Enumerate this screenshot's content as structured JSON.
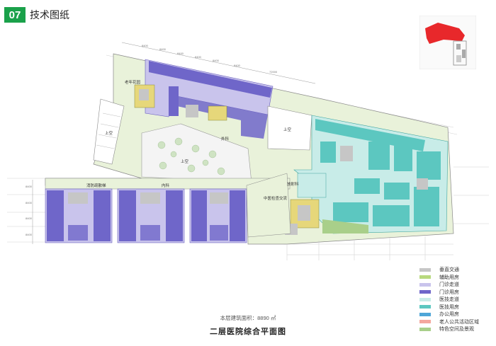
{
  "header": {
    "number": "07",
    "title": "技术图纸"
  },
  "labels": {
    "shangkong": "上空",
    "waike": "外科",
    "neike": "内科",
    "xiaofang": "消防疏散梯",
    "fangshe": "放射科",
    "zhongyi": "中医检查交流",
    "laonian": "老年花园"
  },
  "dimensions": {
    "top": [
      "8400",
      "8400",
      "8400",
      "8400",
      "8400",
      "8400"
    ],
    "top_total": "72000",
    "left": [
      "8400",
      "8400",
      "8400",
      "8400"
    ]
  },
  "legend": [
    {
      "label": "垂直交通",
      "color": "#c6c6c6"
    },
    {
      "label": "辅助用房",
      "color": "#b8d97e"
    },
    {
      "label": "门诊走道",
      "color": "#c9c4ec"
    },
    {
      "label": "门诊用房",
      "color": "#6f66c9"
    },
    {
      "label": "医技走道",
      "color": "#c8ece8"
    },
    {
      "label": "医技用房",
      "color": "#5cc7c0"
    },
    {
      "label": "办公用房",
      "color": "#4fa6d8"
    },
    {
      "label": "老人公共活动区域",
      "color": "#f4a79e"
    },
    {
      "label": "特色空间及景观",
      "color": "#a9cf8a"
    }
  ],
  "area_note": "本层建筑面积：8890 ㎡",
  "plan_title": "二层医院综合平面图"
}
